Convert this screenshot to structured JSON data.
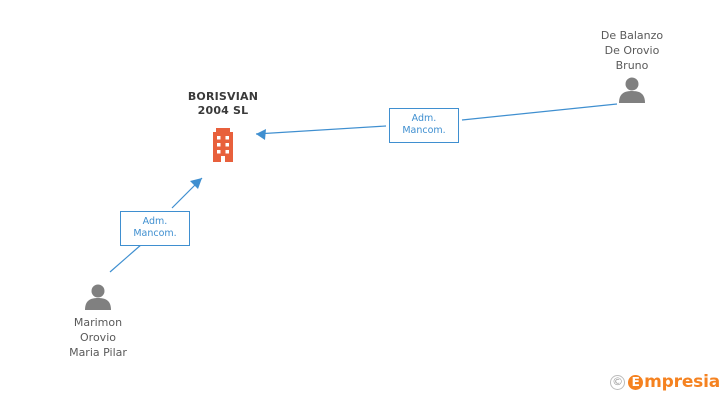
{
  "diagram": {
    "type": "ownership-relationship-graph",
    "colors": {
      "edge": "#3f8fd0",
      "company_icon": "#e8603c",
      "person_icon": "#808080",
      "company_text": "#3a3a3a",
      "person_text": "#5a5a5a",
      "box_border": "#3f8fd0",
      "box_text": "#3f8fd0",
      "brand_orange": "#f58220"
    },
    "company": {
      "name": "BORISVIAN\n2004 SL",
      "icon": "building-icon"
    },
    "persons": [
      {
        "name": "De Balanzo\nDe Orovio\nBruno",
        "icon": "person-icon"
      },
      {
        "name": "Marimon\nOrovio\nMaria Pilar",
        "icon": "person-icon"
      }
    ],
    "relations": [
      {
        "label": "Adm.\nMancom."
      },
      {
        "label": "Adm.\nMancom."
      }
    ]
  },
  "watermark": {
    "copyright": "©",
    "brand_prefix": "E",
    "brand_name": "mpresia"
  }
}
